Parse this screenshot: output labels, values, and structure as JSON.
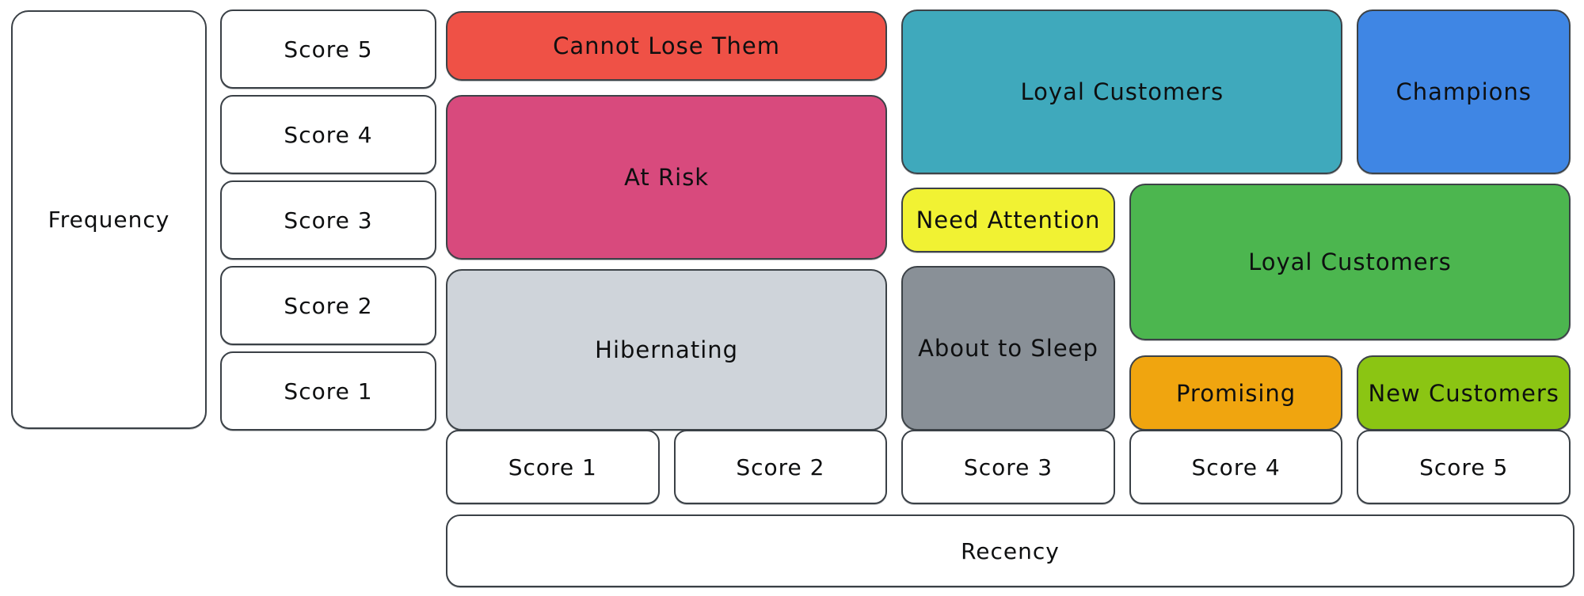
{
  "diagram": {
    "type": "rfm-customer-segmentation-matrix",
    "y_axis": {
      "label": "Frequency",
      "scores": [
        "Score 5",
        "Score 4",
        "Score 3",
        "Score 2",
        "Score 1"
      ]
    },
    "x_axis": {
      "label": "Recency",
      "scores": [
        "Score 1",
        "Score 2",
        "Score 3",
        "Score 4",
        "Score 5"
      ]
    },
    "segments": [
      {
        "label": "Cannot Lose Them",
        "color": "#ef5146"
      },
      {
        "label": "At Risk",
        "color": "#d84a7d"
      },
      {
        "label": "Hibernating",
        "color": "#cfd4da"
      },
      {
        "label": "Loyal Customers",
        "color": "#3fa9bc"
      },
      {
        "label": "Champions",
        "color": "#3f86e4"
      },
      {
        "label": "Need Attention",
        "color": "#f1f233"
      },
      {
        "label": "Loyal Customers",
        "color": "#4cb64f"
      },
      {
        "label": "About to Sleep",
        "color": "#899097"
      },
      {
        "label": "Promising",
        "color": "#f0a50f"
      },
      {
        "label": "New Customers",
        "color": "#8bc513"
      }
    ]
  }
}
